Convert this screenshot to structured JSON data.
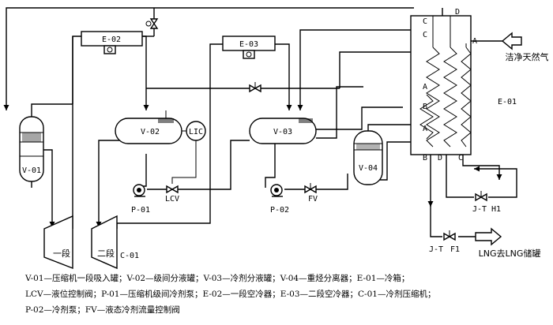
{
  "equipment": {
    "v01": "V-01",
    "v02": "V-02",
    "v03": "V-03",
    "v04": "V-04",
    "e01": "E-01",
    "e02": "E-02",
    "e03": "E-03",
    "lic": "LIC",
    "lcv": "LCV",
    "fv": "FV",
    "p01": "P-01",
    "p02": "P-02",
    "stage1": "一段",
    "stage2": "二段",
    "c01": "C-01",
    "jt_h1_a": "J-T",
    "jt_h1_b": "H1",
    "jt_f1_a": "J-T",
    "jt_f1_b": "F1"
  },
  "stream_letters": {
    "a": "A",
    "b": "B",
    "c": "C",
    "d": "D"
  },
  "streams": {
    "feed_label": "洁净天然气",
    "product_label": "LNG去LNG储罐"
  },
  "legend": {
    "line1": "V-01—压缩机一段吸入罐；V-02—级间分液罐；V-03—冷剂分液罐；V-04—重烃分离器；E-01—冷箱；",
    "line2": "LCV—液位控制阀；P-01—压缩机级间冷剂泵；E-02—一段空冷器；E-03—二段空冷器；C-01—冷剂压缩机；",
    "line3": "P-02—冷剂泵；FV—液态冷剂流量控制阀"
  }
}
